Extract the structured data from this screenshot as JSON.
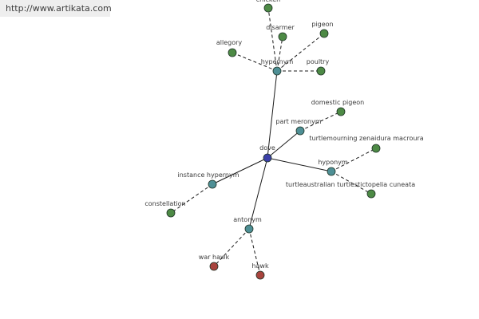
{
  "watermark": "http://www.artikata.com",
  "colors": {
    "center": "#3b3fa8",
    "relation": "#4e8f95",
    "leaf": "#4d8a45",
    "antonym_leaf": "#a8433d",
    "edge": "#1a1a1a",
    "label": "#3a3a3a"
  },
  "graph": {
    "center": {
      "id": "dove",
      "label": "dove"
    },
    "relations": [
      {
        "id": "hypernym",
        "label": "hypernym"
      },
      {
        "id": "part-meronym",
        "label": "part meronym"
      },
      {
        "id": "hyponym",
        "label": "hyponym"
      },
      {
        "id": "instance-hypernym",
        "label": "instance hypernym"
      },
      {
        "id": "antonym",
        "label": "antonym"
      }
    ],
    "leaves": [
      {
        "id": "chicken",
        "label": "chicken",
        "relation": "hypernym",
        "kind": "leaf"
      },
      {
        "id": "disarmer",
        "label": "disarmer",
        "relation": "hypernym",
        "kind": "leaf"
      },
      {
        "id": "pigeon",
        "label": "pigeon",
        "relation": "hypernym",
        "kind": "leaf"
      },
      {
        "id": "allegory",
        "label": "allegory",
        "relation": "hypernym",
        "kind": "leaf"
      },
      {
        "id": "poultry",
        "label": "poultry",
        "relation": "hypernym",
        "kind": "leaf"
      },
      {
        "id": "domestic-pigeon",
        "label": "domestic pigeon",
        "relation": "part-meronym",
        "kind": "leaf"
      },
      {
        "id": "turtle-mourning",
        "label": "turtlemourning zenaidura macroura",
        "relation": "hyponym",
        "kind": "leaf"
      },
      {
        "id": "turtle-australian",
        "label": "turtleaustralian turtlestictopelia cuneata",
        "relation": "hyponym",
        "kind": "leaf"
      },
      {
        "id": "constellation",
        "label": "constellation",
        "relation": "instance-hypernym",
        "kind": "leaf"
      },
      {
        "id": "war-hawk",
        "label": "war hawk",
        "relation": "antonym",
        "kind": "antonym_leaf"
      },
      {
        "id": "hawk",
        "label": "hawk",
        "relation": "antonym",
        "kind": "antonym_leaf"
      }
    ]
  }
}
